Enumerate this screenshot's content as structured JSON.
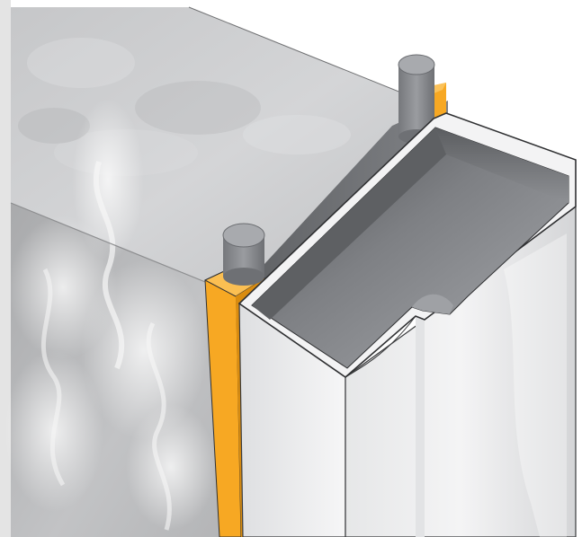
{
  "illustration": {
    "subject": "fire-rated-steel-door-frame-section",
    "parts": [
      "concrete-wall",
      "steel-door-frame-profile",
      "intumescent-seal-strip",
      "fire-sealant-backer-rod",
      "fire-smoke-texture"
    ]
  },
  "colors": {
    "page_background": "#ffffff",
    "left_margin_band": "#e4e4e4",
    "wall_top": "#cfd0d2",
    "wall_face": "#b9babc",
    "smoke": "#f2f2f2",
    "frame_outer_light": "#f0f0f1",
    "frame_outer_mid": "#d8d9db",
    "frame_inner_dark": "#55575a",
    "frame_inner_mid": "#8a8c90",
    "frame_edge": "#3a3b3d",
    "seal_strip": "#f7a823",
    "seal_strip_dark": "#d98c10",
    "backer_rod": "#8f9195",
    "backer_rod_top": "#a8aaae",
    "gap_shadow": "#6b6d70"
  }
}
